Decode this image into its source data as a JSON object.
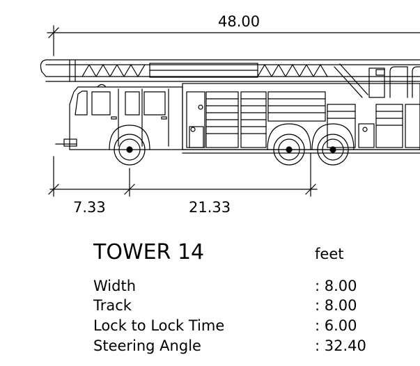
{
  "dimensions": {
    "overall_length": "48.00",
    "front_overhang": "7.33",
    "wheelbase": "21.33"
  },
  "vehicle": {
    "name": "TOWER 14",
    "units": "feet"
  },
  "specs": [
    {
      "label": "Width",
      "value": ": 8.00"
    },
    {
      "label": "Track",
      "value": ": 8.00"
    },
    {
      "label": "Lock to Lock Time",
      "value": ": 6.00"
    },
    {
      "label": "Steering Angle",
      "value": ": 32.40"
    }
  ]
}
